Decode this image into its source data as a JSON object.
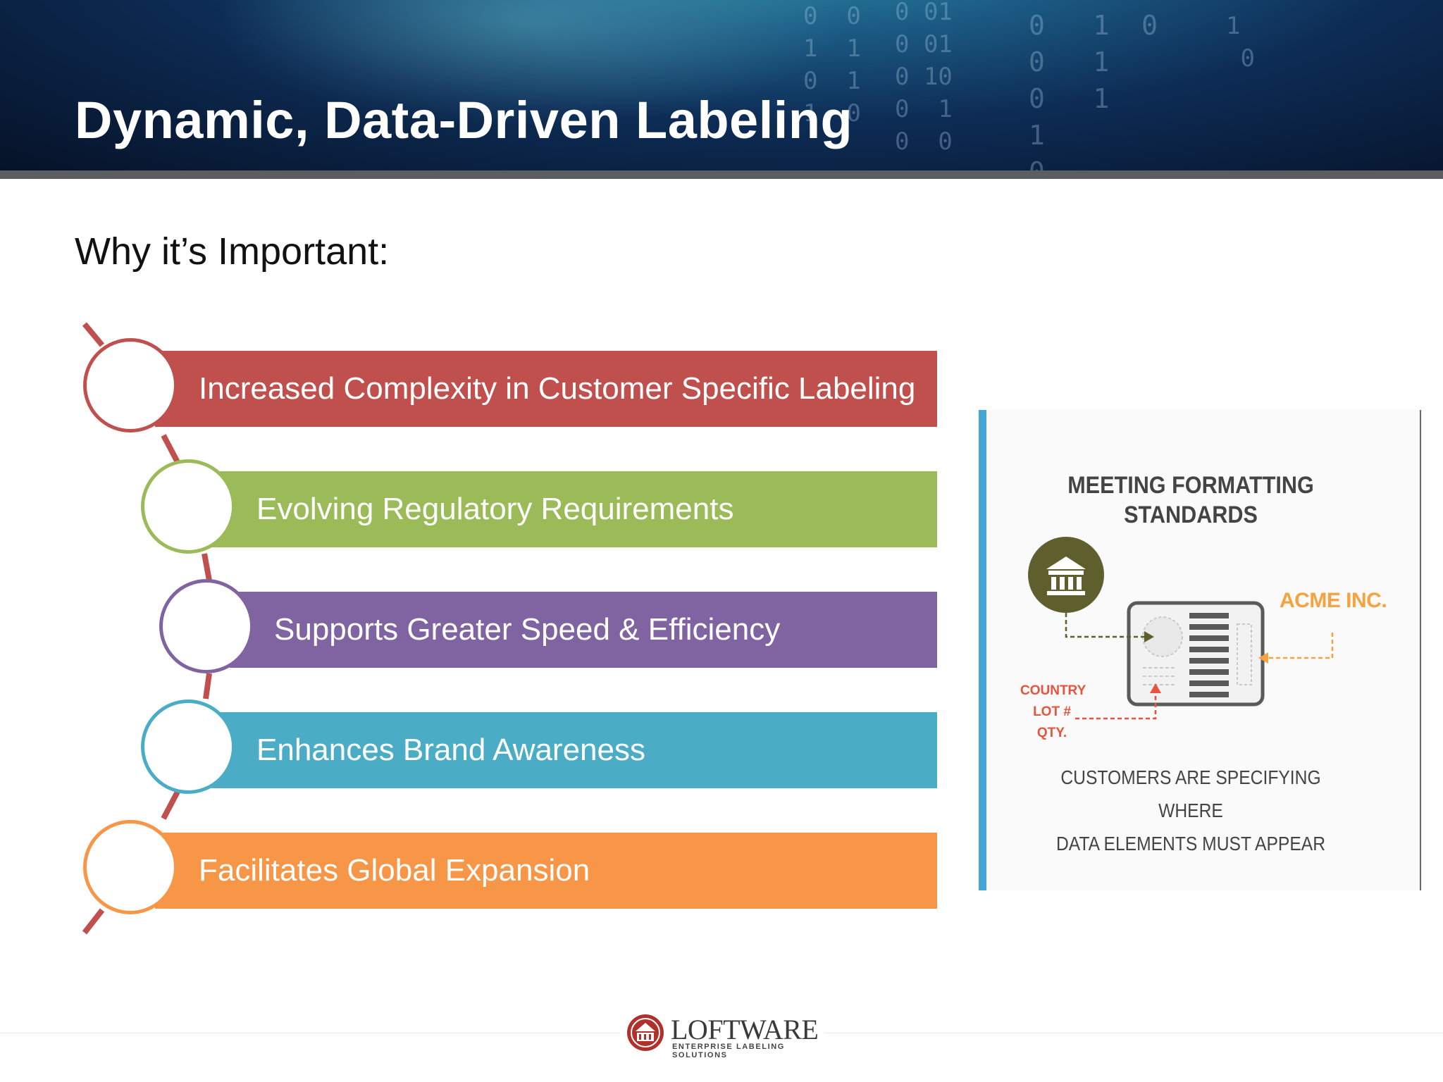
{
  "header": {
    "title": "Dynamic, Data-Driven Labeling"
  },
  "subtitle": "Why it’s Important:",
  "list": {
    "items": [
      {
        "label": "Increased Complexity in Customer Specific Labeling",
        "color": "#c0504d"
      },
      {
        "label": "Evolving Regulatory Requirements",
        "color": "#9bbb59"
      },
      {
        "label": "Supports Greater Speed & Efficiency",
        "color": "#8064a2"
      },
      {
        "label": "Enhances Brand Awareness",
        "color": "#4bacc6"
      },
      {
        "label": "Facilitates Global Expansion",
        "color": "#f79646"
      }
    ]
  },
  "panel": {
    "heading_line1": "MEETING FORMATTING",
    "heading_line2": "STANDARDS",
    "company": "ACME INC.",
    "fields": [
      "COUNTRY",
      "LOT #",
      "QTY."
    ],
    "caption_line1": "CUSTOMERS ARE SPECIFYING WHERE",
    "caption_line2": "DATA ELEMENTS MUST APPEAR",
    "icons": [
      "government-building-icon",
      "label-icon"
    ],
    "accent_color": "#45a5d9"
  },
  "footer": {
    "logo_word": "LOFTWARE",
    "logo_tagline": "ENTERPRISE LABELING SOLUTIONS"
  }
}
